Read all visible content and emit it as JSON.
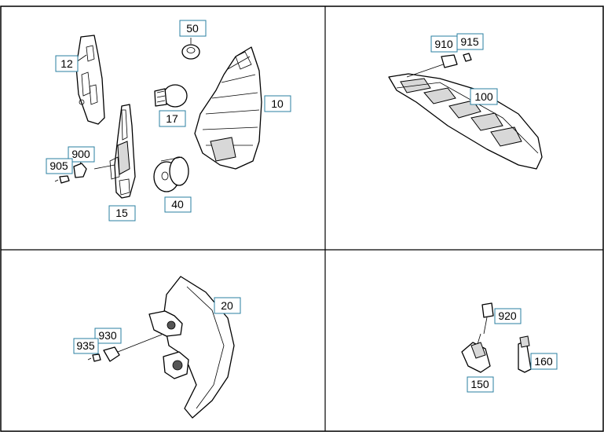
{
  "callouts": {
    "p12": "12",
    "p15": "15",
    "p10": "10",
    "p17": "17",
    "p40": "40",
    "p50": "50",
    "p900": "900",
    "p905": "905",
    "p910": "910",
    "p915": "915",
    "p100": "100",
    "p20": "20",
    "p930": "930",
    "p935": "935",
    "p920": "920",
    "p150": "150",
    "p160": "160"
  },
  "colors": {
    "callout_border": "#2a7fa0",
    "frame": "#000000"
  }
}
